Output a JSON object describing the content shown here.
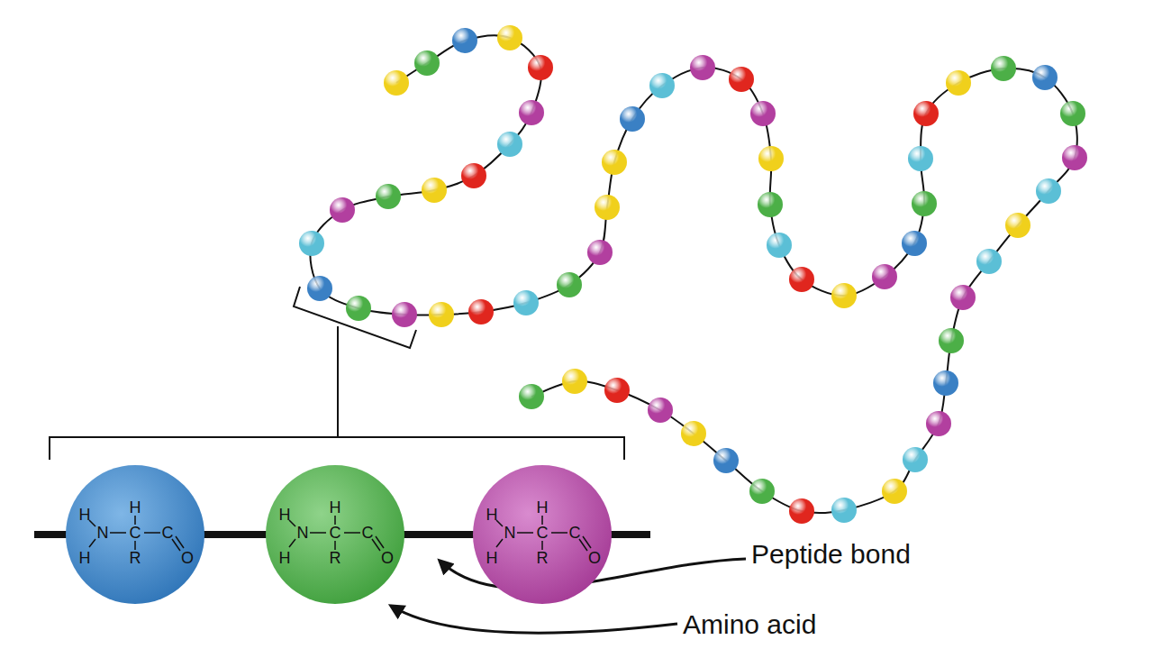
{
  "diagram": {
    "nodes": [
      {
        "text": [
          "H",
          "N",
          "H",
          "H",
          "C",
          "R",
          "C",
          "O"
        ]
      },
      {
        "text": [
          "H",
          "N",
          "H",
          "H",
          "C",
          "R",
          "C",
          "O"
        ]
      },
      {
        "text": [
          "H",
          "N",
          "H",
          "H",
          "C",
          "R",
          "C",
          "O"
        ]
      }
    ],
    "edges": [
      {
        "from": 0,
        "to": 1,
        "arrow": "none"
      },
      {
        "from": 1,
        "to": 2,
        "arrow": "none"
      }
    ],
    "labels": [
      "Peptide bond",
      "Amino acid"
    ]
  }
}
